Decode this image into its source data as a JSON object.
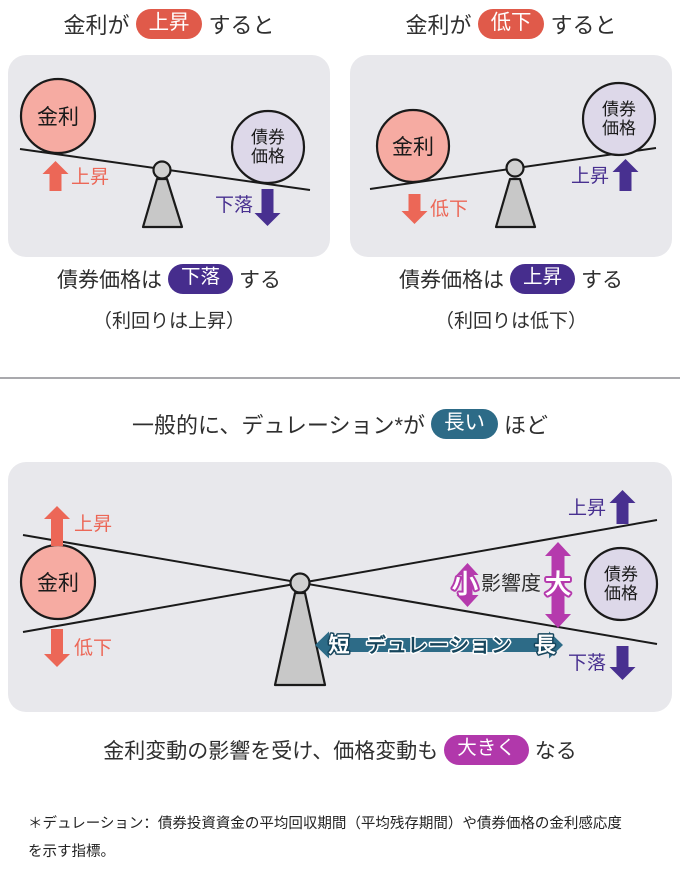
{
  "colors": {
    "red_accent": "#e05a4a",
    "red_arrow": "#ec6757",
    "salmon_circle": "#f6aba2",
    "purple_accent": "#462d8d",
    "purple_arrow": "#483090",
    "lavender_circle": "#ddd8e9",
    "teal_accent": "#2d6b87",
    "magenta_accent": "#b138ab",
    "panel_background": "#e8e8ec",
    "text": "#2f2f2f"
  },
  "top_left": {
    "title_prefix": "金利が",
    "title_pill": "上昇",
    "title_suffix": "すると",
    "rate_label": "金利",
    "rate_arrow_label": "上昇",
    "bond_line1": "債券",
    "bond_line2": "価格",
    "bond_arrow_label": "下落",
    "caption_prefix": "債券価格は",
    "caption_pill": "下落",
    "caption_suffix": "する",
    "caption_note": "（利回りは上昇）"
  },
  "top_right": {
    "title_prefix": "金利が",
    "title_pill": "低下",
    "title_suffix": "すると",
    "rate_label": "金利",
    "rate_arrow_label": "低下",
    "bond_line1": "債券",
    "bond_line2": "価格",
    "bond_arrow_label": "上昇",
    "caption_prefix": "債券価格は",
    "caption_pill": "上昇",
    "caption_suffix": "する",
    "caption_note": "（利回りは低下）"
  },
  "duration": {
    "title_prefix": "一般的に、デュレーション*が",
    "title_pill": "長い",
    "title_suffix": "ほど",
    "rate_label": "金利",
    "rate_up_label": "上昇",
    "rate_down_label": "低下",
    "bond_line1": "債券",
    "bond_line2": "価格",
    "bond_up_label": "上昇",
    "bond_down_label": "下落",
    "impact_small": "小",
    "impact_label": "影響度",
    "impact_large": "大",
    "duration_short": "短",
    "duration_label": "デュレーション",
    "duration_long": "長",
    "caption_prefix": "金利変動の影響を受け、価格変動も",
    "caption_pill": "大きく",
    "caption_suffix": "なる"
  },
  "footnote": {
    "line1": "＊デュレーション：債券投資資金の平均回収期間（平均残存期間）や債券価格の金利感応度",
    "line2": "を示す指標。"
  }
}
